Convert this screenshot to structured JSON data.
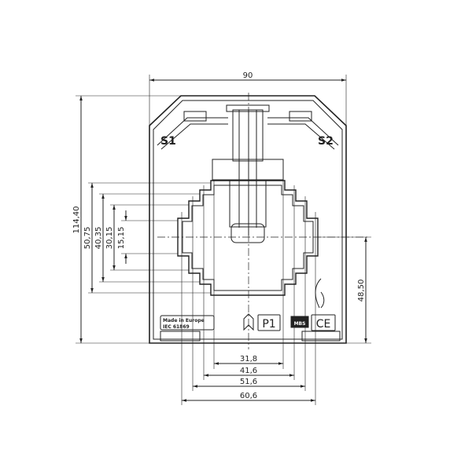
{
  "dimensions": {
    "width": "90",
    "height": "114,40",
    "center_height": "48,50",
    "vertical": [
      "50,75",
      "40,35",
      "30,15",
      "15,15"
    ],
    "horizontal": [
      "31,8",
      "41,6",
      "51,6",
      "60,6"
    ]
  },
  "labels": {
    "terminal_s1": "S1",
    "terminal_s2": "S2",
    "primary": "P1",
    "made_in": "Made in Europe",
    "standard": "IEC 61869",
    "brand": "MBS",
    "ce": "CE"
  }
}
